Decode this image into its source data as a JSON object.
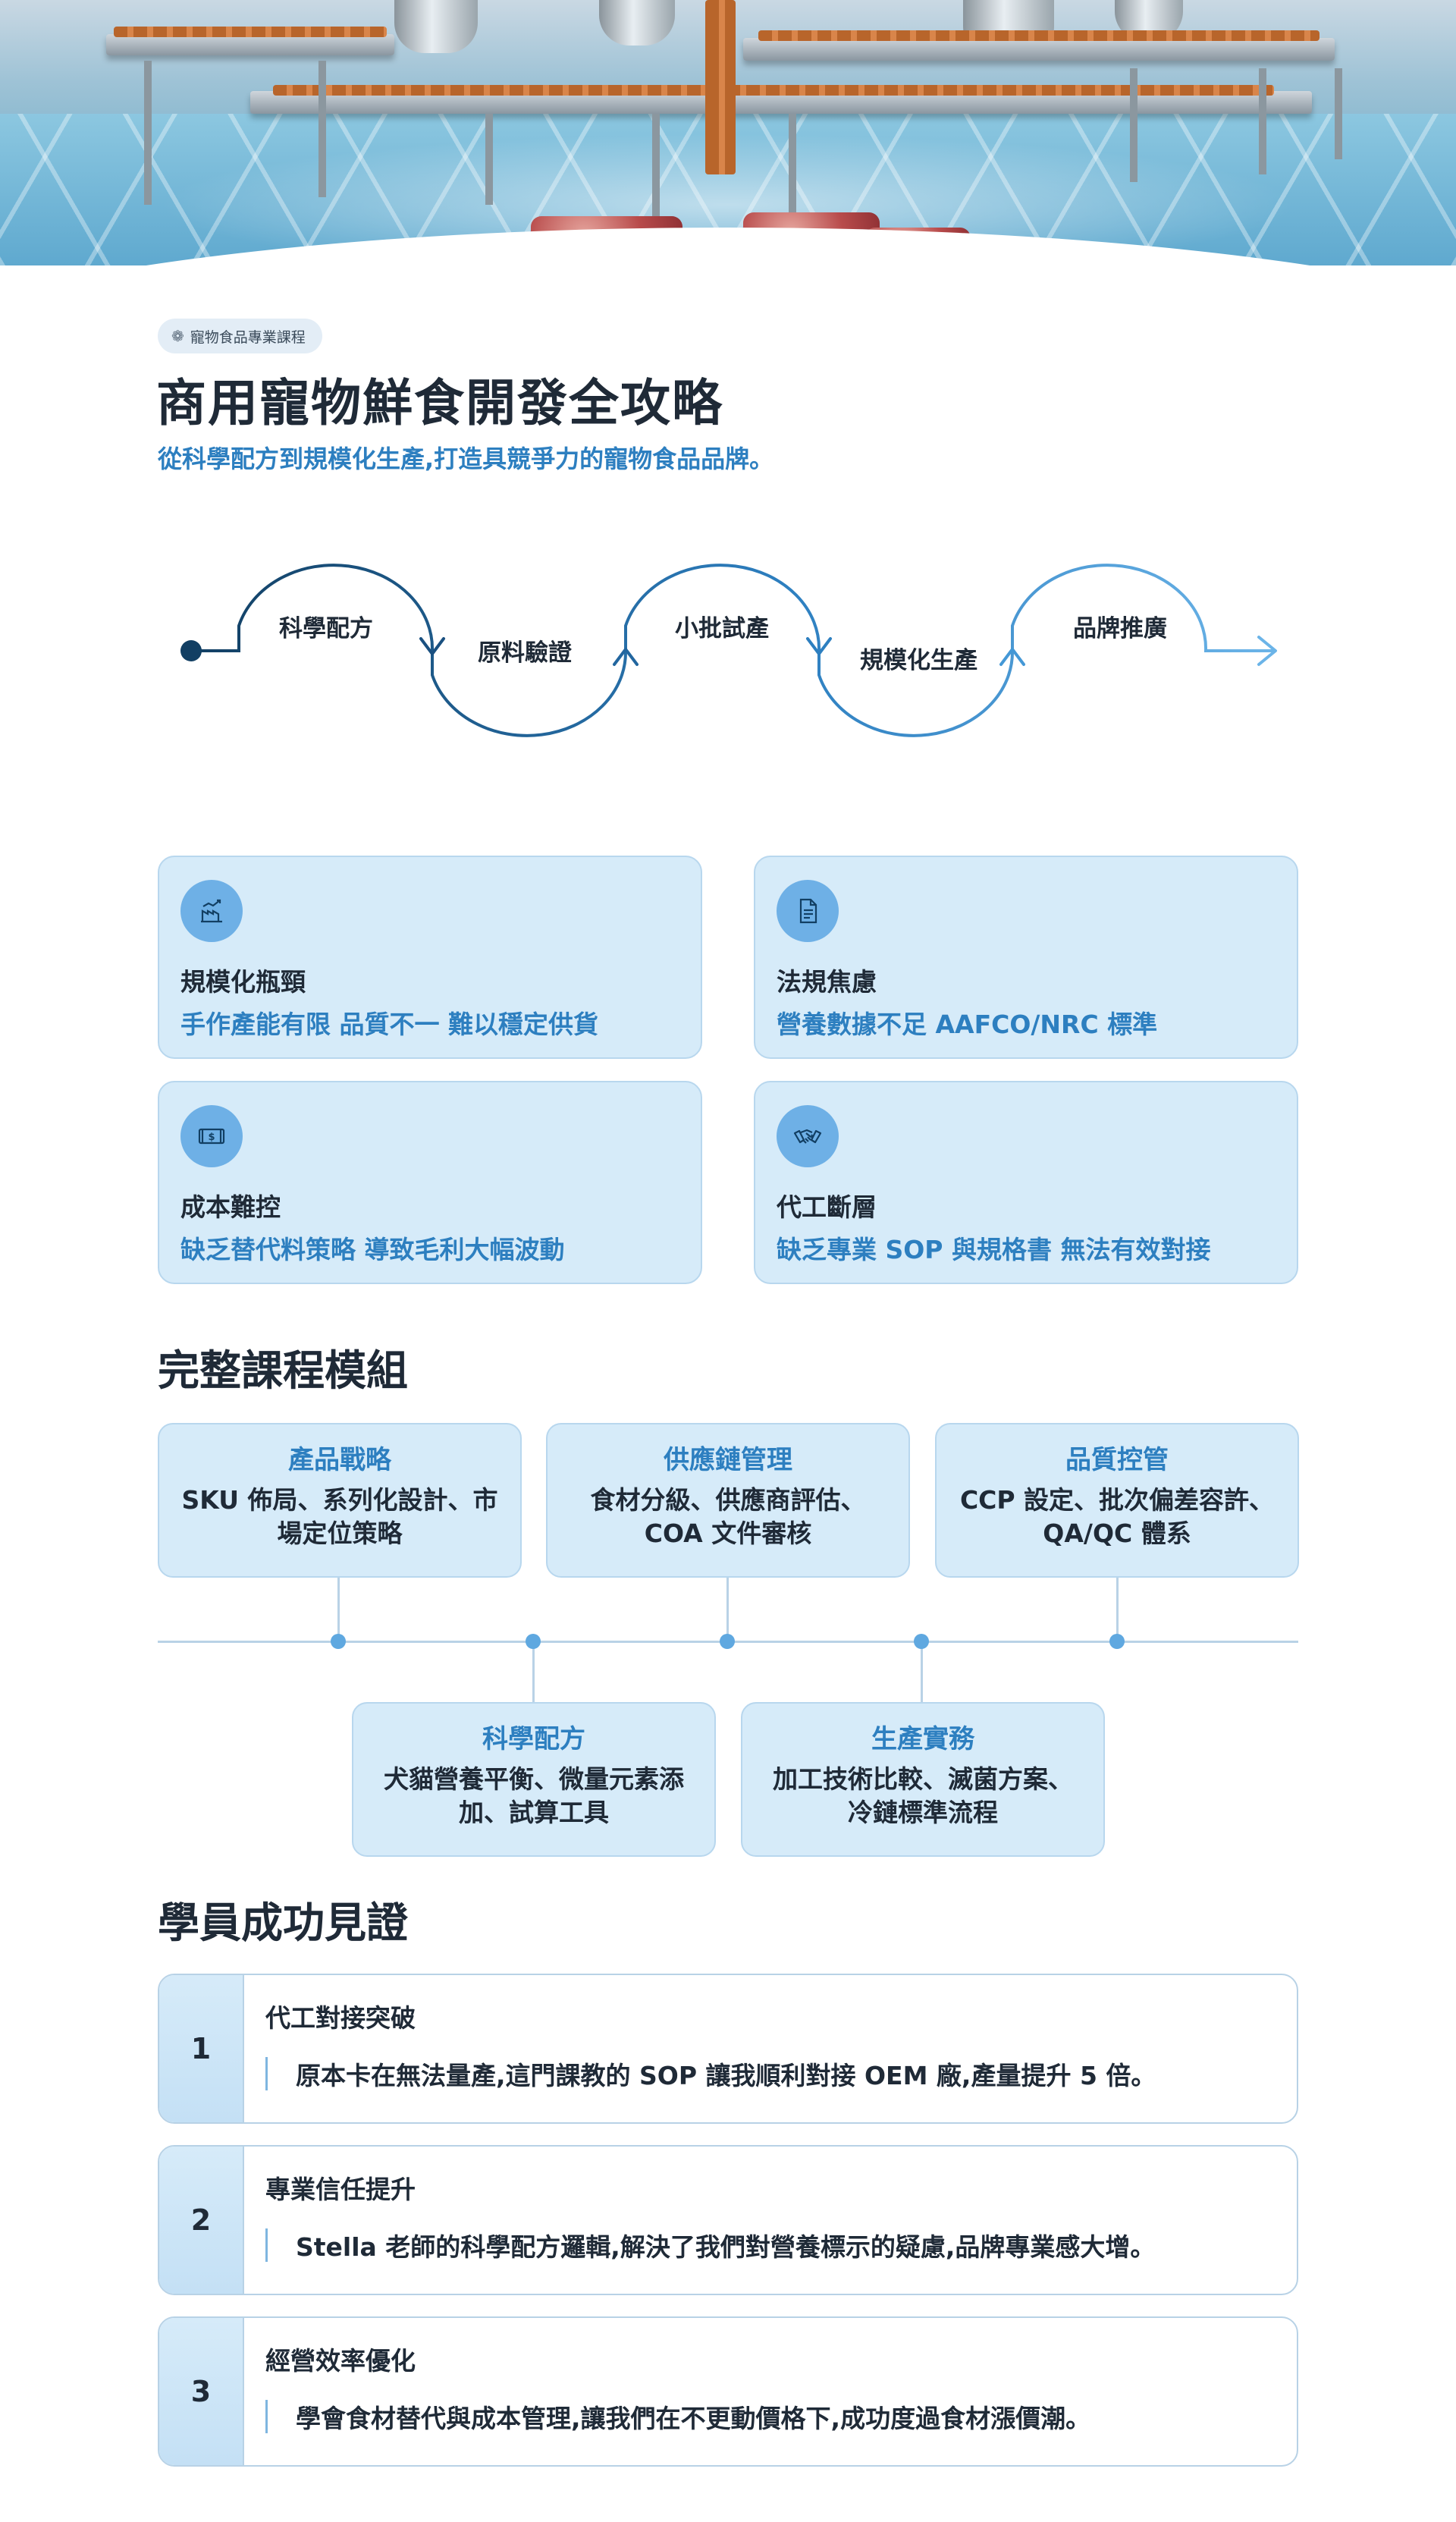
{
  "badge": {
    "label": "寵物食品專業課程"
  },
  "header": {
    "title": "商用寵物鮮食開發全攻略",
    "subtitle": "從科學配方到規模化生產,打造具競爭力的寵物食品品牌。"
  },
  "flow": {
    "steps": [
      "科學配方",
      "原料驗證",
      "小批試產",
      "規模化生產",
      "品牌推廣"
    ]
  },
  "pain_points": [
    {
      "icon": "factory-chart-icon",
      "title": "規模化瓶頸",
      "desc": "手作產能有限 品質不一 難以穩定供貨"
    },
    {
      "icon": "document-icon",
      "title": "法規焦慮",
      "desc": "營養數據不足 AAFCO/NRC 標準"
    },
    {
      "icon": "money-icon",
      "title": "成本難控",
      "desc": "缺乏替代料策略 導致毛利大幅波動"
    },
    {
      "icon": "handshake-icon",
      "title": "代工斷層",
      "desc": "缺乏專業 SOP 與規格書 無法有效對接"
    }
  ],
  "modules_section": {
    "title": "完整課程模組",
    "modules": [
      {
        "title": "產品戰略",
        "desc": "SKU 佈局、系列化設計、市場定位策略"
      },
      {
        "title": "科學配方",
        "desc": "犬貓營養平衡、微量元素添加、試算工具"
      },
      {
        "title": "供應鏈管理",
        "desc": "食材分級、供應商評估、COA 文件審核"
      },
      {
        "title": "生產實務",
        "desc": "加工技術比較、滅菌方案、冷鏈標準流程"
      },
      {
        "title": "品質控管",
        "desc": "CCP 設定、批次偏差容許、QA/QC 體系"
      }
    ]
  },
  "testimonials_section": {
    "title": "學員成功見證",
    "items": [
      {
        "num": "1",
        "title": "代工對接突破",
        "quote": "原本卡在無法量產,這門課教的 SOP 讓我順利對接 OEM 廠,產量提升 5 倍。"
      },
      {
        "num": "2",
        "title": "專業信任提升",
        "quote": "Stella 老師的科學配方邏輯,解決了我們對營養標示的疑慮,品牌專業感大增。"
      },
      {
        "num": "3",
        "title": "經營效率優化",
        "quote": "學會食材替代與成本管理,讓我們在不更動價格下,成功度過食材漲價潮。"
      }
    ]
  },
  "colors": {
    "accent": "#2d7fc0",
    "card_bg": "#d6ebf9",
    "icon_bg": "#6eb0e6",
    "text": "#1f2a37"
  }
}
